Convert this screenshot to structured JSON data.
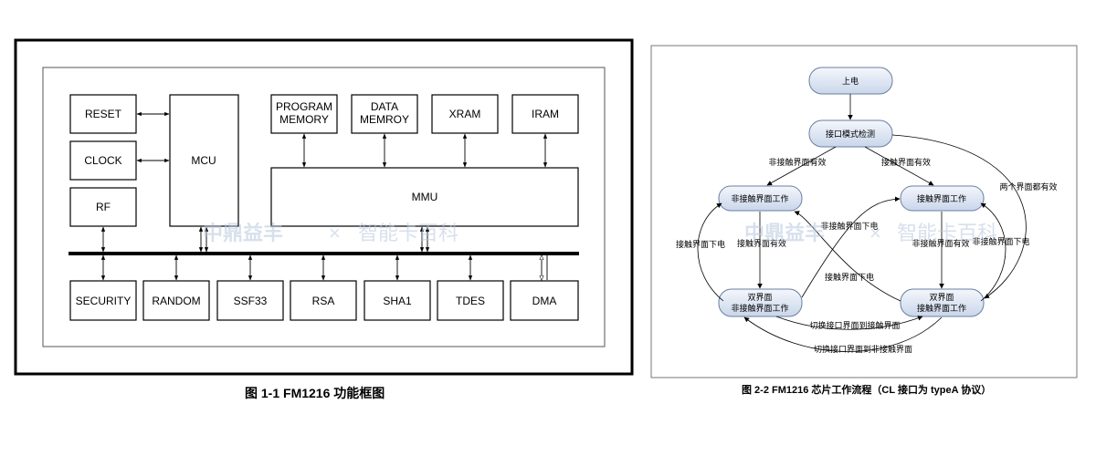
{
  "figure1": {
    "blocks": {
      "reset": "RESET",
      "clock": "CLOCK",
      "rf": "RF",
      "mcu": "MCU",
      "program_memory_l1": "PROGRAM",
      "program_memory_l2": "MEMORY",
      "data_memory_l1": "DATA",
      "data_memory_l2": "MEMROY",
      "xram": "XRAM",
      "iram": "IRAM",
      "mmu": "MMU",
      "security": "SECURITY",
      "random": "RANDOM",
      "ssf33": "SSF33",
      "rsa": "RSA",
      "sha1": "SHA1",
      "tdes": "TDES",
      "dma": "DMA"
    },
    "caption": "图  1-1    FM1216 功能框图"
  },
  "figure2": {
    "nodes": {
      "power_on": "上电",
      "detect": "接口模式检测",
      "contactless_left": "非接触界面工作",
      "contact_right": "接触界面工作",
      "dual_left_l1": "双界面",
      "dual_left_l2": "非接触界面工作",
      "dual_right_l1": "双界面",
      "dual_right_l2": "接触界面工作"
    },
    "edges": {
      "contactless_valid": "非接触界面有效",
      "contact_valid": "接触界面有效",
      "both_valid": "两个界面都有效",
      "contact_off_left": "接触界面下电",
      "contactless_off_center": "非接触界面下电",
      "contact_valid_left": "接触界面有效",
      "contactless_valid_right": "非接触界面有效",
      "contact_off_center": "接触界面下电",
      "contactless_off_right": "非接触界面下电",
      "switch_to_contact": "切换接口界面到接触界面",
      "switch_to_contactless": "切换接口界面到非接触界面"
    },
    "caption": "图  2-2    FM1216 芯片工作流程（CL 接口为 typeA 协议）"
  },
  "watermark": {
    "brand": "中鼎益丰",
    "separator": "×",
    "site": "智能卡百科"
  },
  "colors": {
    "node_fill_top": "#f4f7fc",
    "node_fill_bottom": "#c9d6ea",
    "node_stroke": "#6a7fa0",
    "watermark": "#b8c7dd"
  }
}
